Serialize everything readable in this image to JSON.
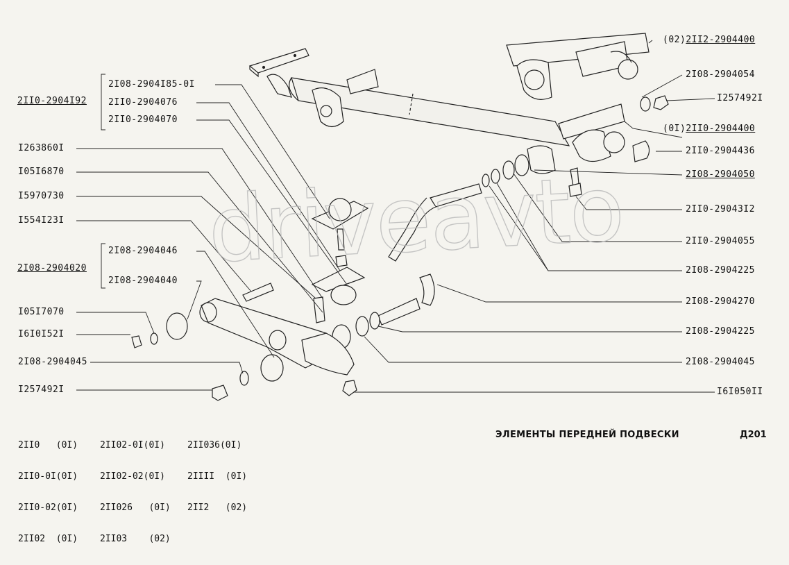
{
  "watermark": "driveavto",
  "title": "ЭЛЕМЕНТЫ ПЕРЕДНЕЙ ПОДВЕСКИ",
  "page_code": "Д201",
  "labels_left": {
    "group1": "2II0-2904I92",
    "g1_a": "2I08-2904I85-0I",
    "g1_b": "2II0-2904076",
    "g1_c": "2II0-2904070",
    "l1": "I263860I",
    "l2": "I05I6870",
    "l3": "I5970730",
    "l4": "I554I23I",
    "group2": "2I08-2904020",
    "g2_a": "2I08-2904046",
    "g2_b": "2I08-2904040",
    "l5": "I05I7070",
    "l6": "I6I0I52I",
    "l7": "2I08-2904045",
    "l8": "I257492I"
  },
  "labels_right": {
    "r1_prefix": "(02)",
    "r1": "2II2-2904400",
    "r2": "2I08-2904054",
    "r3": "I257492I",
    "r4_prefix": "(0I)",
    "r4": "2II0-2904400",
    "r5": "2II0-2904436",
    "r6": "2I08-2904050",
    "r7": "2II0-29043I2",
    "r8": "2II0-2904055",
    "r9": "2I08-2904225",
    "r10": "2I08-2904270",
    "r11": "2I08-2904225",
    "r12": "2I08-2904045",
    "r13": "I6I050II"
  },
  "models": {
    "col1": [
      "2II0   (0I)",
      "2II0-0I(0I)",
      "2II0-02(0I)",
      "2II02  (0I)"
    ],
    "col2": [
      "2II02-0I(0I)",
      "2II02-02(0I)",
      "2II026   (0I)",
      "2II03    (02)"
    ],
    "col3": [
      "2II036(0I)",
      "2IIII  (0I)",
      "2II2   (02)"
    ]
  }
}
